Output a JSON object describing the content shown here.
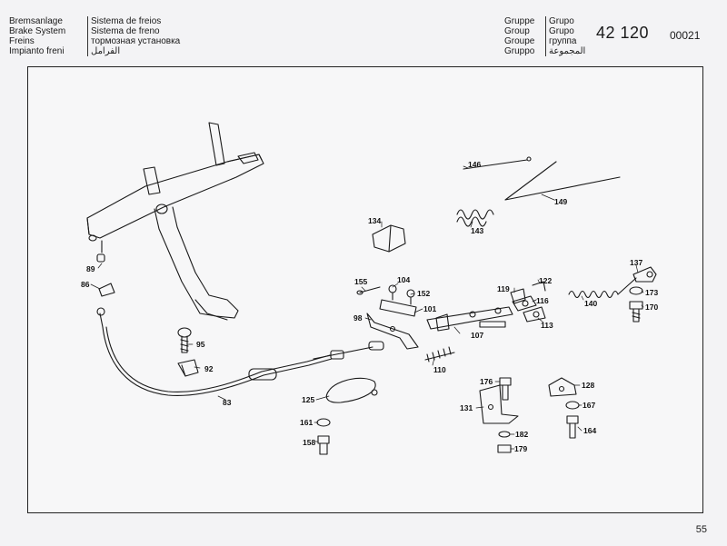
{
  "header": {
    "languages": [
      "Bremsanlage",
      "Brake System",
      "Freins",
      "Impianto freni"
    ],
    "translations": [
      "Sistema de freios",
      "Sistema de freno",
      "тормозная установка",
      "الفرامل"
    ],
    "group_labels": [
      "Gruppe",
      "Group",
      "Groupe",
      "Gruppo"
    ],
    "group_translations": [
      "Grupo",
      "Grupo",
      "группа",
      "المجموعة"
    ],
    "group_number": "42 120",
    "group_code": "00021"
  },
  "parts": {
    "p83": "83",
    "p86": "86",
    "p89": "89",
    "p92": "92",
    "p95": "95",
    "p98": "98",
    "p101": "101",
    "p104": "104",
    "p107": "107",
    "p110": "110",
    "p113": "113",
    "p116": "116",
    "p119": "119",
    "p122": "122",
    "p125": "125",
    "p128": "128",
    "p131": "131",
    "p134": "134",
    "p137": "137",
    "p140": "140",
    "p143": "143",
    "p146": "146",
    "p149": "149",
    "p152": "152",
    "p155": "155",
    "p158": "158",
    "p161": "161",
    "p164": "164",
    "p167": "167",
    "p170": "170",
    "p173": "173",
    "p176": "176",
    "p179": "179",
    "p182": "182"
  },
  "page_number": "55"
}
